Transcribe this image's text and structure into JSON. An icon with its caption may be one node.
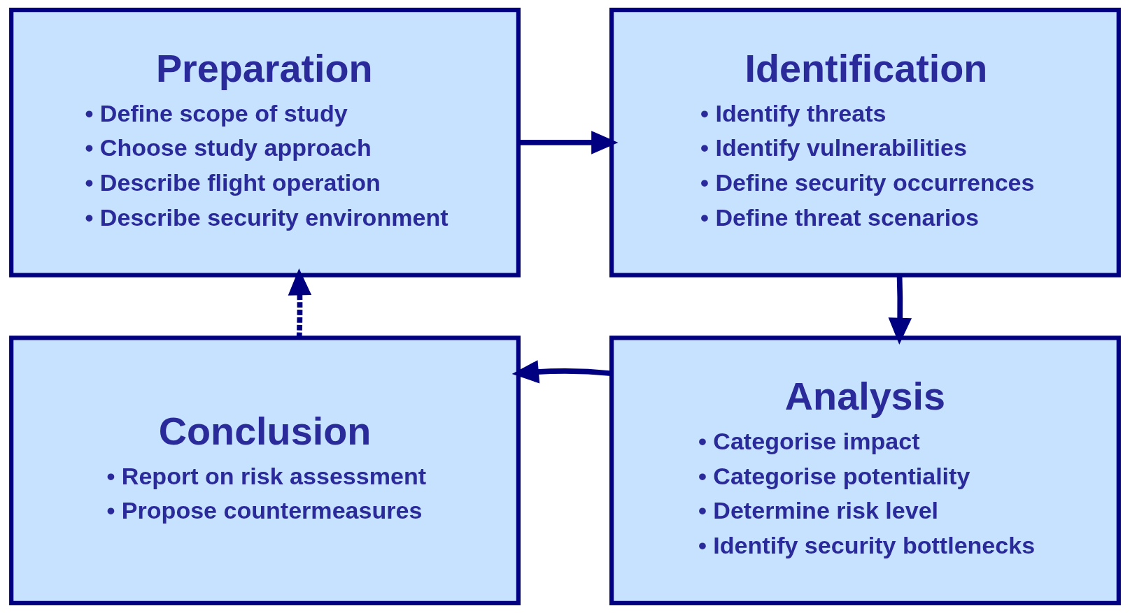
{
  "diagram": {
    "nodes": [
      {
        "text": [
          "Preparation",
          "• Define scope of study",
          "• Choose study approach",
          "• Describe flight operation",
          "• Describe security environment"
        ]
      },
      {
        "text": [
          "Identification",
          "• Identify threats",
          "• Identify vulnerabilities",
          "• Define security occurrences",
          "• Define threat scenarios"
        ]
      },
      {
        "text": [
          "Analysis",
          "• Categorise impact",
          "• Categorise potentiality",
          "• Determine risk level",
          "• Identify security bottlenecks"
        ]
      },
      {
        "text": [
          "Conclusion",
          "• Report on risk assessment",
          "• Propose countermeasures"
        ]
      }
    ],
    "edges": [
      {
        "from": 0,
        "to": 1,
        "arrow": "to"
      },
      {
        "from": 1,
        "to": 2,
        "arrow": "to"
      },
      {
        "from": 2,
        "to": 3,
        "arrow": "to"
      },
      {
        "from": 3,
        "to": 0,
        "arrow": "to",
        "style": "dashed"
      }
    ]
  }
}
